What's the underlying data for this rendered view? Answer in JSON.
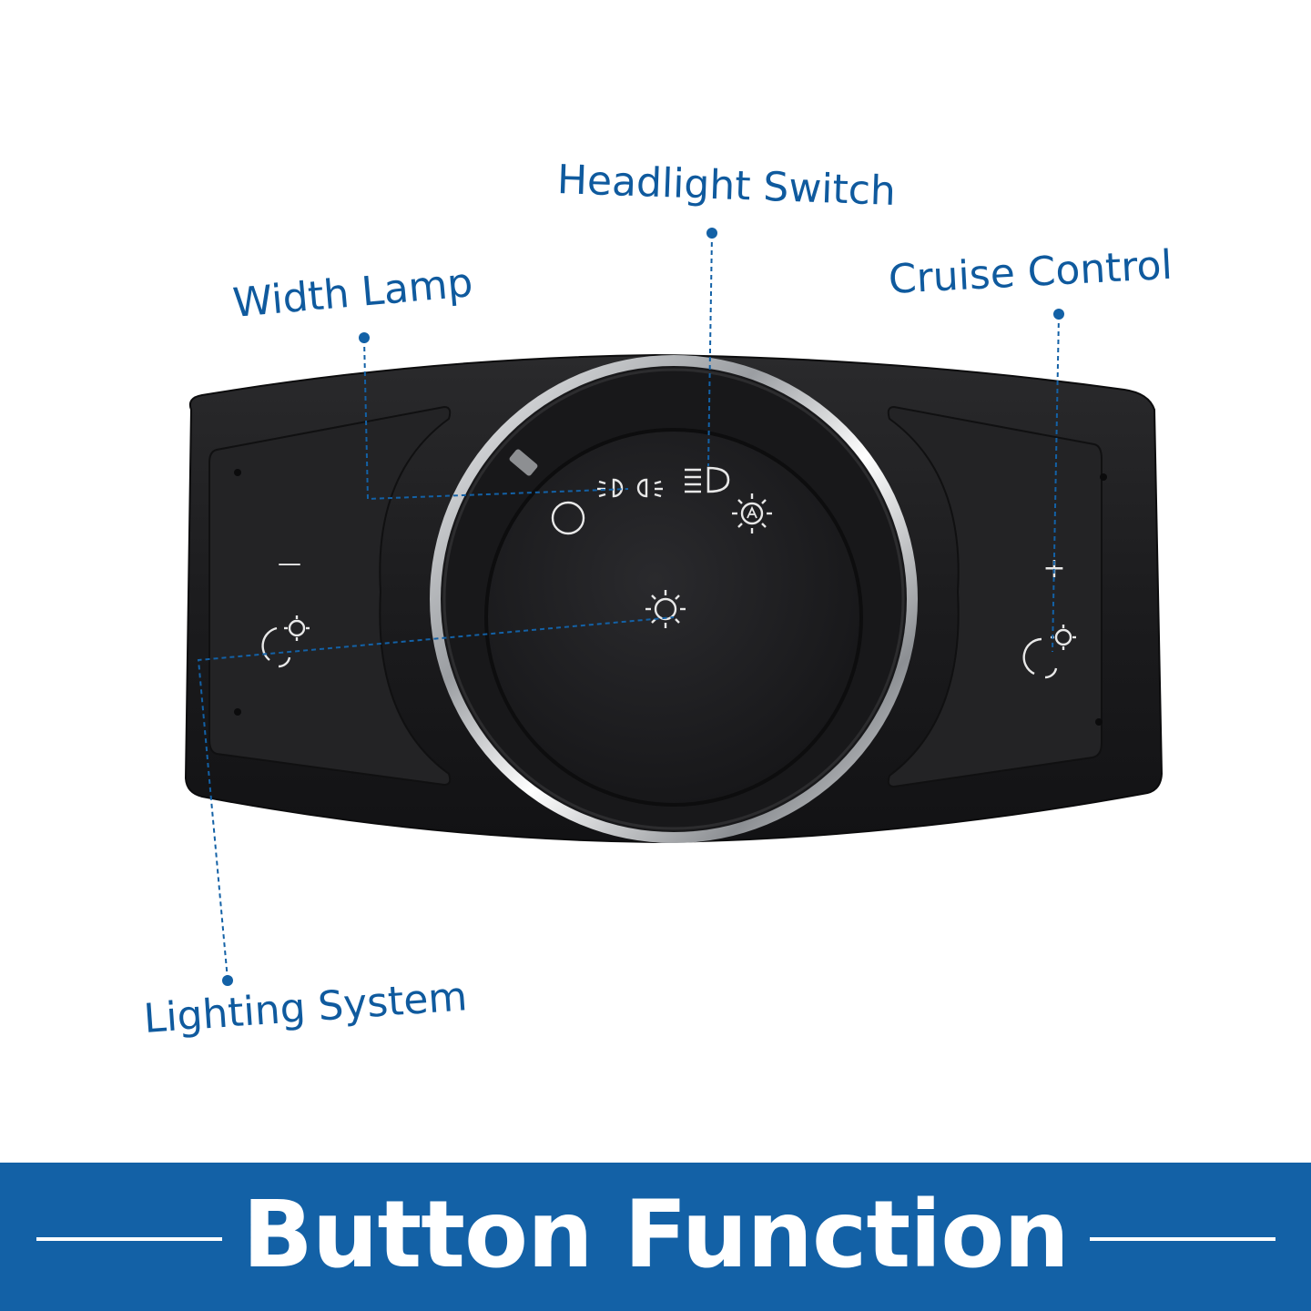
{
  "callouts": {
    "headlight_switch": "Headlight Switch",
    "width_lamp": "Width Lamp",
    "cruise_control": "Cruise Control",
    "lighting_system": "Lighting System"
  },
  "switch_panel": {
    "left_minus": "—",
    "right_plus": "+",
    "icons": [
      "width-lamp-icon",
      "headlight-icon",
      "auto-light-icon",
      "off-circle-icon",
      "panel-light-icon",
      "dimmer-left-icon",
      "dimmer-right-icon"
    ]
  },
  "banner": {
    "title": "Button Function"
  },
  "colors": {
    "accent": "#0f5a9e",
    "banner": "#1361a6",
    "panel": "#1b1b1d",
    "chrome": "#d8dadc"
  }
}
